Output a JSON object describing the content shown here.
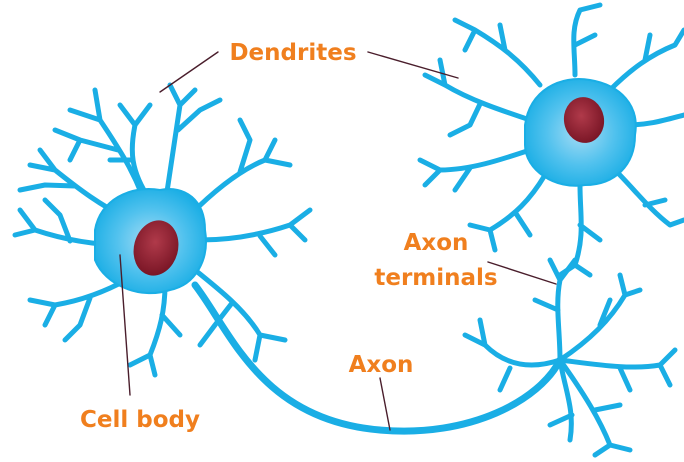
{
  "labels": {
    "dendrites": "Dendrites",
    "axon_terminals_line1": "Axon",
    "axon_terminals_line2": "terminals",
    "axon": "Axon",
    "cell_body": "Cell body"
  },
  "colors": {
    "neuron": "#1aaee5",
    "neuron_glow": "#bfe6f7",
    "nucleus": "#8b1c2c",
    "label": "#f07f1e",
    "leader_line": "#4a1e2c",
    "background": "#ffffff"
  }
}
